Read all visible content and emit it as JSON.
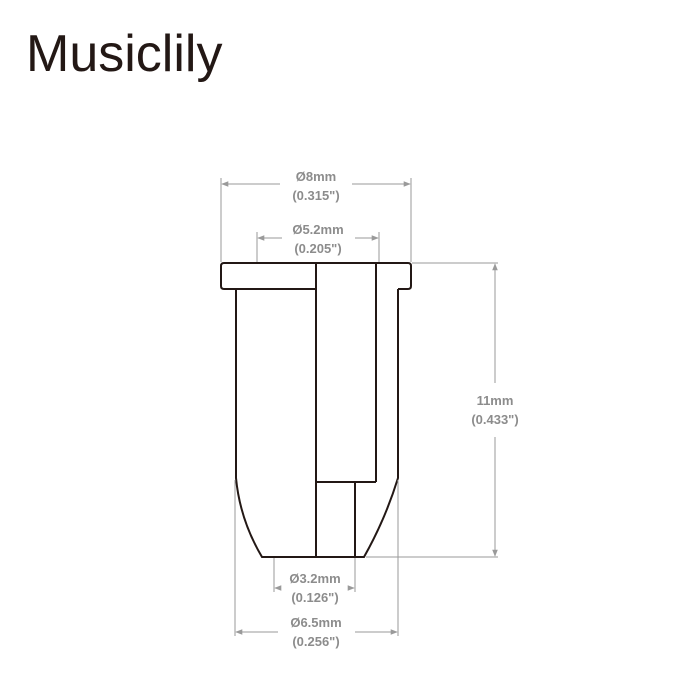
{
  "brand": "Musiclily",
  "colors": {
    "outline": "#231815",
    "dimension": "#9a9a9a",
    "dimension_text": "#8c8c8c"
  },
  "dimensions": {
    "top_outer_diameter": {
      "mm": "Ø8mm",
      "inch": "(0.315\")"
    },
    "top_inner_diameter": {
      "mm": "Ø5.2mm",
      "inch": "(0.205\")"
    },
    "height": {
      "mm": "11mm",
      "inch": "(0.433\")"
    },
    "bottom_inner_diameter": {
      "mm": "Ø3.2mm",
      "inch": "(0.126\")"
    },
    "bottom_outer_diameter": {
      "mm": "Ø6.5mm",
      "inch": "(0.256\")"
    }
  }
}
